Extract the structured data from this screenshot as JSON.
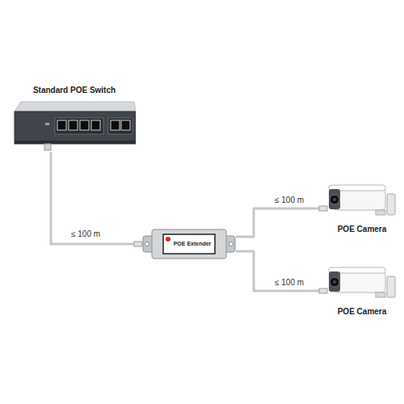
{
  "diagram": {
    "nodes": [
      {
        "text": [
          "Standard POE Switch"
        ]
      },
      {
        "text": [
          "POE Extender"
        ]
      },
      {
        "text": [
          "POE Camera"
        ]
      },
      {
        "text": [
          "POE Camera"
        ]
      }
    ],
    "edges": [
      {
        "from": 0,
        "to": 1,
        "arrow": "none",
        "label": "≤ 100 m"
      },
      {
        "from": 1,
        "to": 2,
        "arrow": "none",
        "label": "≤ 100 m"
      },
      {
        "from": 1,
        "to": 3,
        "arrow": "none",
        "label": "≤ 100 m"
      }
    ]
  }
}
